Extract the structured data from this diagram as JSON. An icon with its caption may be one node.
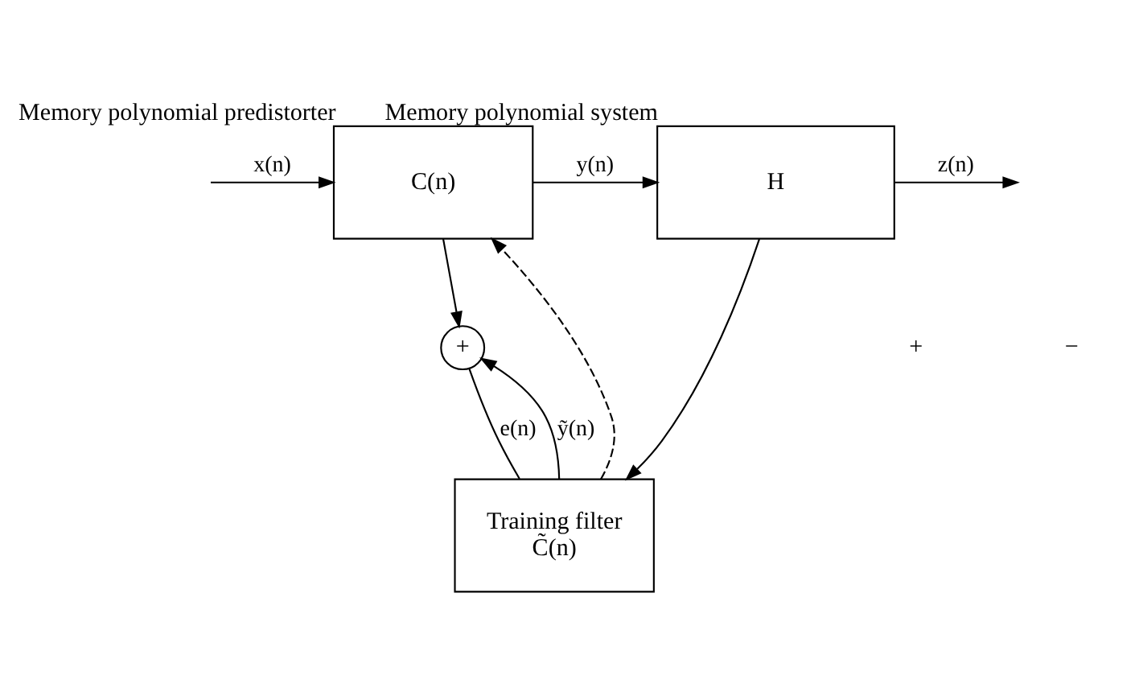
{
  "diagram": {
    "nodes": [
      {
        "text": [
          "C(n)"
        ],
        "beside": [
          "Memory polynomial predistorter"
        ]
      },
      {
        "text": [
          "H"
        ],
        "beside": [
          "Memory polynomial system"
        ]
      },
      {
        "text": [
          "+"
        ]
      },
      {
        "text": [
          "Training filter",
          "C̃(n)"
        ]
      }
    ],
    "edges": [
      {
        "from": null,
        "to": 0,
        "arrow": "to",
        "label": "x(n)"
      },
      {
        "from": 0,
        "to": 1,
        "arrow": "to",
        "label": "y(n)"
      },
      {
        "from": 1,
        "to": null,
        "arrow": "to",
        "label": "z(n)"
      },
      {
        "from": 0,
        "to": 2,
        "arrow": "to"
      },
      {
        "from": 2,
        "to": 3,
        "arrow": "none",
        "label": "e(n)"
      },
      {
        "from": 1,
        "to": 3,
        "arrow": "to"
      },
      {
        "from": 3,
        "to": 2,
        "arrow": "to",
        "label": "ỹ(n)"
      },
      {
        "from": 3,
        "to": 0,
        "arrow": "to",
        "style": "dashed"
      }
    ],
    "labels": [
      "+",
      "−"
    ]
  }
}
